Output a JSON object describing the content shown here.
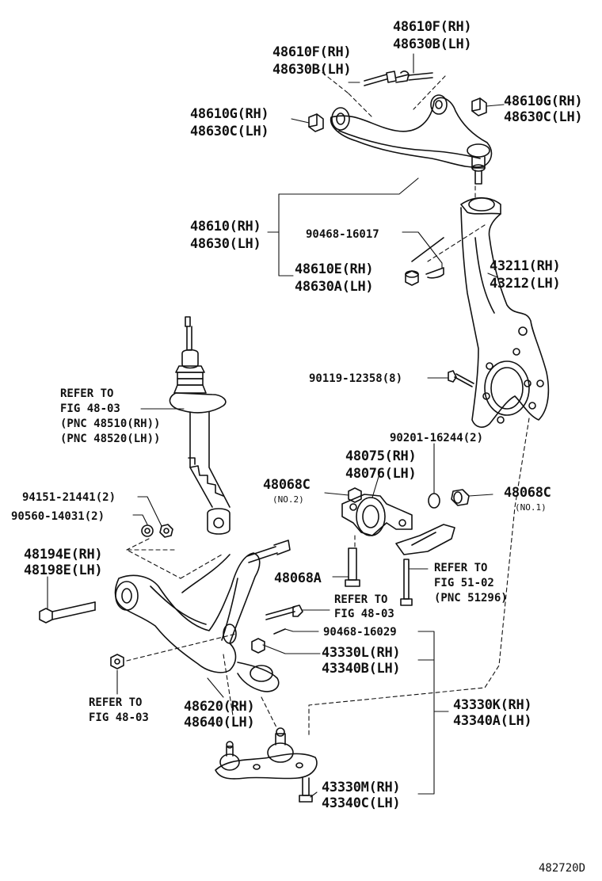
{
  "labels": {
    "upper_bolt_right_rh": "48610F(RH)",
    "upper_bolt_right_lh": "48630B(LH)",
    "upper_bolt_left_rh": "48610F(RH)",
    "upper_bolt_left_lh": "48630B(LH)",
    "upper_bush_left_rh": "48610G(RH)",
    "upper_bush_left_lh": "48630C(LH)",
    "upper_bush_right_rh": "48610G(RH)",
    "upper_bush_right_lh": "48630C(LH)",
    "upper_arm_rh": "48610(RH)",
    "upper_arm_lh": "48630(LH)",
    "upper_arm_nut_code": "90468-16017",
    "upper_arm_nut_rh": "48610E(RH)",
    "upper_arm_nut_lh": "48630A(LH)",
    "knuckle_rh": "43211(RH)",
    "knuckle_lh": "43212(LH)",
    "knuckle_bolt": "90119-12358(8)",
    "strut_ref_1": "REFER TO",
    "strut_ref_2": "FIG 48-03",
    "strut_ref_3": "(PNC 48510(RH))",
    "strut_ref_4": "(PNC 48520(LH))",
    "nut_code": "90201-16244(2)",
    "bush_rh": "48075(RH)",
    "bush_lh": "48076(LH)",
    "washer_no2": "48068C",
    "washer_no2_note": "(NO.2)",
    "washer_no1": "48068C",
    "washer_no1_note": "(NO.1)",
    "nut_a": "94151-21441(2)",
    "nut_b": "90560-14031(2)",
    "lower_bolt_rh": "48194E(RH)",
    "lower_bolt_lh": "48198E(LH)",
    "lower_bolt_a": "48068A",
    "ref_fig_5102_1": "REFER TO",
    "ref_fig_5102_2": "FIG 51-02",
    "ref_fig_5102_3": "(PNC 51296)",
    "ref_fig_4803_mid_1": "REFER TO",
    "ref_fig_4803_mid_2": "FIG 48-03",
    "clip_code": "90468-16029",
    "ball_joint_l_rh": "43330L(RH)",
    "ball_joint_l_lh": "43340B(LH)",
    "ref_fig_4803_low_1": "REFER TO",
    "ref_fig_4803_low_2": "FIG 48-03",
    "lower_arm_rh": "48620(RH)",
    "lower_arm_lh": "48640(LH)",
    "ball_joint_k_rh": "43330K(RH)",
    "ball_joint_k_lh": "43340A(LH)",
    "ball_joint_m_rh": "43330M(RH)",
    "ball_joint_m_lh": "43340C(LH)",
    "figure_code": "482720D"
  }
}
